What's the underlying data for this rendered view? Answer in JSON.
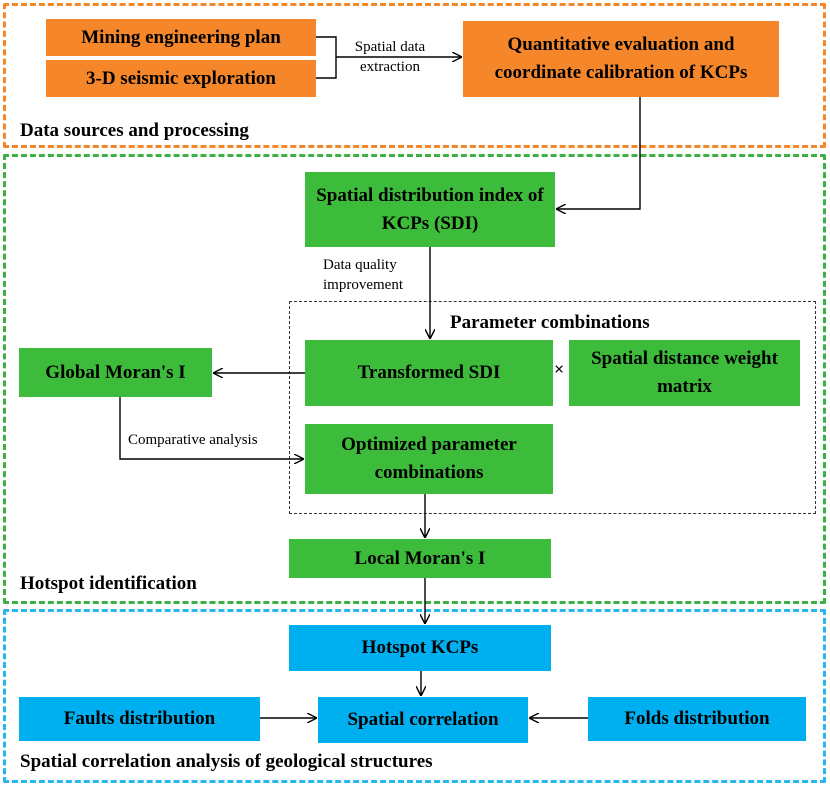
{
  "sections": {
    "data_sources": "Data sources and processing",
    "hotspot": "Hotspot identification",
    "spatial_correlation": "Spatial correlation analysis of geological structures"
  },
  "boxes": {
    "mining_plan": "Mining engineering plan",
    "seismic": "3-D seismic exploration",
    "quantitative": "Quantitative evaluation and coordinate calibration of KCPs",
    "sdi": "Spatial distribution index of KCPs (SDI)",
    "transformed_sdi": "Transformed SDI",
    "weight_matrix": "Spatial distance weight matrix",
    "global_moran": "Global Moran's I",
    "optimized": "Optimized parameter combinations",
    "local_moran": "Local Moran's I",
    "hotspot_kcps": "Hotspot KCPs",
    "faults": "Faults distribution",
    "spatial_corr": "Spatial correlation",
    "folds": "Folds distribution"
  },
  "labels": {
    "parameter_combinations": "Parameter combinations",
    "spatial_extraction": "Spatial data extraction",
    "data_quality": "Data quality improvement",
    "comparative": "Comparative analysis",
    "times": "×"
  },
  "colors": {
    "orange": "#f5872a",
    "green": "#3dbb3a",
    "blue": "#00aff0",
    "frame_orange": "#f5872a",
    "frame_green": "#3cb043",
    "frame_blue": "#29b6ea"
  }
}
